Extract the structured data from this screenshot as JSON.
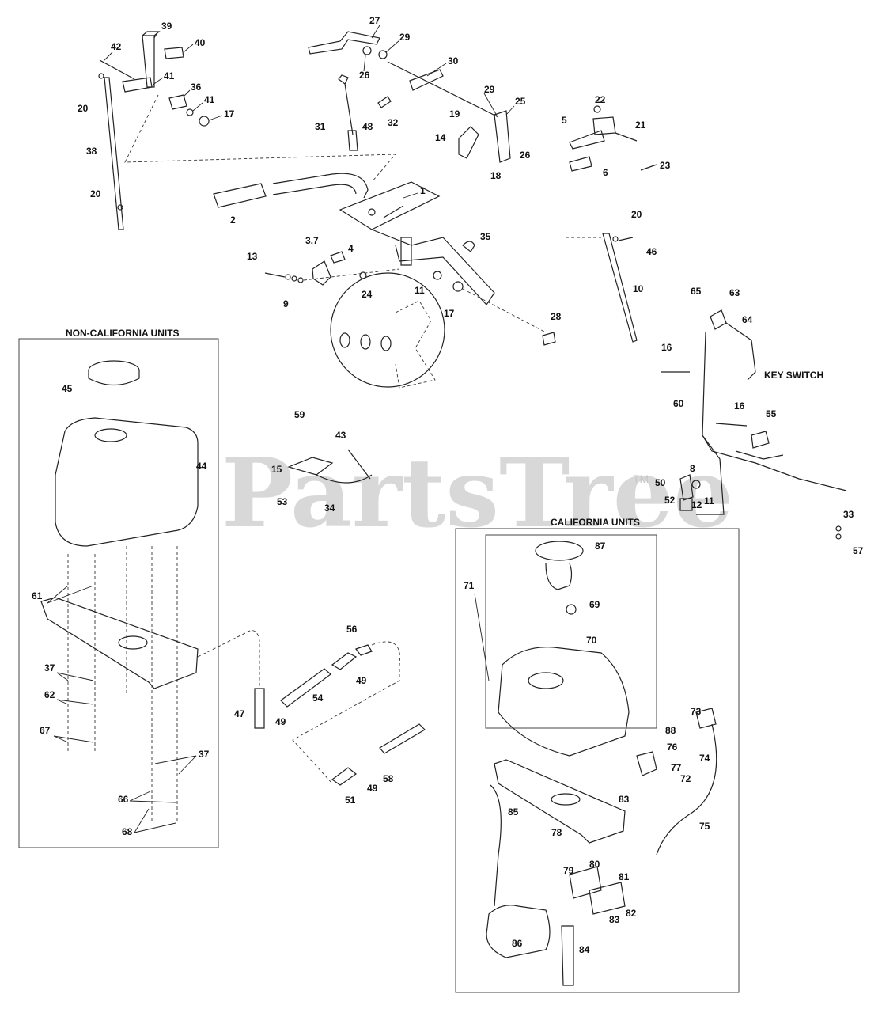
{
  "sections": {
    "non_california": "NON-CALIFORNIA UNITS",
    "california": "CALIFORNIA UNITS",
    "key_switch": "KEY SWITCH"
  },
  "watermark": {
    "text": "PartsTree",
    "tm": "TM"
  },
  "callouts": [
    {
      "id": "c39",
      "text": "39"
    },
    {
      "id": "c40",
      "text": "40"
    },
    {
      "id": "c42",
      "text": "42"
    },
    {
      "id": "c41a",
      "text": "41"
    },
    {
      "id": "c36",
      "text": "36"
    },
    {
      "id": "c41b",
      "text": "41"
    },
    {
      "id": "c17a",
      "text": "17"
    },
    {
      "id": "c20a",
      "text": "20"
    },
    {
      "id": "c38",
      "text": "38"
    },
    {
      "id": "c20b",
      "text": "20"
    },
    {
      "id": "c27",
      "text": "27"
    },
    {
      "id": "c29a",
      "text": "29"
    },
    {
      "id": "c26a",
      "text": "26"
    },
    {
      "id": "c30",
      "text": "30"
    },
    {
      "id": "c32",
      "text": "32"
    },
    {
      "id": "c31",
      "text": "31"
    },
    {
      "id": "c48",
      "text": "48"
    },
    {
      "id": "c29b",
      "text": "29"
    },
    {
      "id": "c25",
      "text": "25"
    },
    {
      "id": "c19",
      "text": "19"
    },
    {
      "id": "c14",
      "text": "14"
    },
    {
      "id": "c18",
      "text": "18"
    },
    {
      "id": "c26b",
      "text": "26"
    },
    {
      "id": "c22",
      "text": "22"
    },
    {
      "id": "c5",
      "text": "5"
    },
    {
      "id": "c21",
      "text": "21"
    },
    {
      "id": "c6",
      "text": "6"
    },
    {
      "id": "c23",
      "text": "23"
    },
    {
      "id": "c1",
      "text": "1"
    },
    {
      "id": "c2",
      "text": "2"
    },
    {
      "id": "c35",
      "text": "35"
    },
    {
      "id": "c37a",
      "text": "3,7"
    },
    {
      "id": "c4",
      "text": "4"
    },
    {
      "id": "c13",
      "text": "13"
    },
    {
      "id": "c9",
      "text": "9"
    },
    {
      "id": "c24",
      "text": "24"
    },
    {
      "id": "c11a",
      "text": "11"
    },
    {
      "id": "c17b",
      "text": "17"
    },
    {
      "id": "c28",
      "text": "28"
    },
    {
      "id": "c20c",
      "text": "20"
    },
    {
      "id": "c46",
      "text": "46"
    },
    {
      "id": "c10",
      "text": "10"
    },
    {
      "id": "c65",
      "text": "65"
    },
    {
      "id": "c63",
      "text": "63"
    },
    {
      "id": "c64",
      "text": "64"
    },
    {
      "id": "c16a",
      "text": "16"
    },
    {
      "id": "c60",
      "text": "60"
    },
    {
      "id": "c16b",
      "text": "16"
    },
    {
      "id": "c55",
      "text": "55"
    },
    {
      "id": "c8",
      "text": "8"
    },
    {
      "id": "c50",
      "text": "50"
    },
    {
      "id": "c52",
      "text": "52"
    },
    {
      "id": "c12",
      "text": "12"
    },
    {
      "id": "c11b",
      "text": "11"
    },
    {
      "id": "c33",
      "text": "33"
    },
    {
      "id": "c57",
      "text": "57"
    },
    {
      "id": "c45",
      "text": "45"
    },
    {
      "id": "c44",
      "text": "44"
    },
    {
      "id": "c59",
      "text": "59"
    },
    {
      "id": "c43",
      "text": "43"
    },
    {
      "id": "c15",
      "text": "15"
    },
    {
      "id": "c53",
      "text": "53"
    },
    {
      "id": "c34",
      "text": "34"
    },
    {
      "id": "c61",
      "text": "61"
    },
    {
      "id": "c37b",
      "text": "37"
    },
    {
      "id": "c62",
      "text": "62"
    },
    {
      "id": "c67",
      "text": "67"
    },
    {
      "id": "c37c",
      "text": "37"
    },
    {
      "id": "c66",
      "text": "66"
    },
    {
      "id": "c68",
      "text": "68"
    },
    {
      "id": "c56",
      "text": "56"
    },
    {
      "id": "c49a",
      "text": "49"
    },
    {
      "id": "c47",
      "text": "47"
    },
    {
      "id": "c49b",
      "text": "49"
    },
    {
      "id": "c54",
      "text": "54"
    },
    {
      "id": "c49c",
      "text": "49"
    },
    {
      "id": "c58",
      "text": "58"
    },
    {
      "id": "c51",
      "text": "51"
    },
    {
      "id": "c87",
      "text": "87"
    },
    {
      "id": "c69",
      "text": "69"
    },
    {
      "id": "c71",
      "text": "71"
    },
    {
      "id": "c70",
      "text": "70"
    },
    {
      "id": "c73",
      "text": "73"
    },
    {
      "id": "c88",
      "text": "88"
    },
    {
      "id": "c76",
      "text": "76"
    },
    {
      "id": "c77",
      "text": "77"
    },
    {
      "id": "c74",
      "text": "74"
    },
    {
      "id": "c72",
      "text": "72"
    },
    {
      "id": "c83a",
      "text": "83"
    },
    {
      "id": "c85",
      "text": "85"
    },
    {
      "id": "c78",
      "text": "78"
    },
    {
      "id": "c75",
      "text": "75"
    },
    {
      "id": "c79",
      "text": "79"
    },
    {
      "id": "c80",
      "text": "80"
    },
    {
      "id": "c81",
      "text": "81"
    },
    {
      "id": "c83b",
      "text": "83"
    },
    {
      "id": "c82",
      "text": "82"
    },
    {
      "id": "c86",
      "text": "86"
    },
    {
      "id": "c84",
      "text": "84"
    }
  ]
}
